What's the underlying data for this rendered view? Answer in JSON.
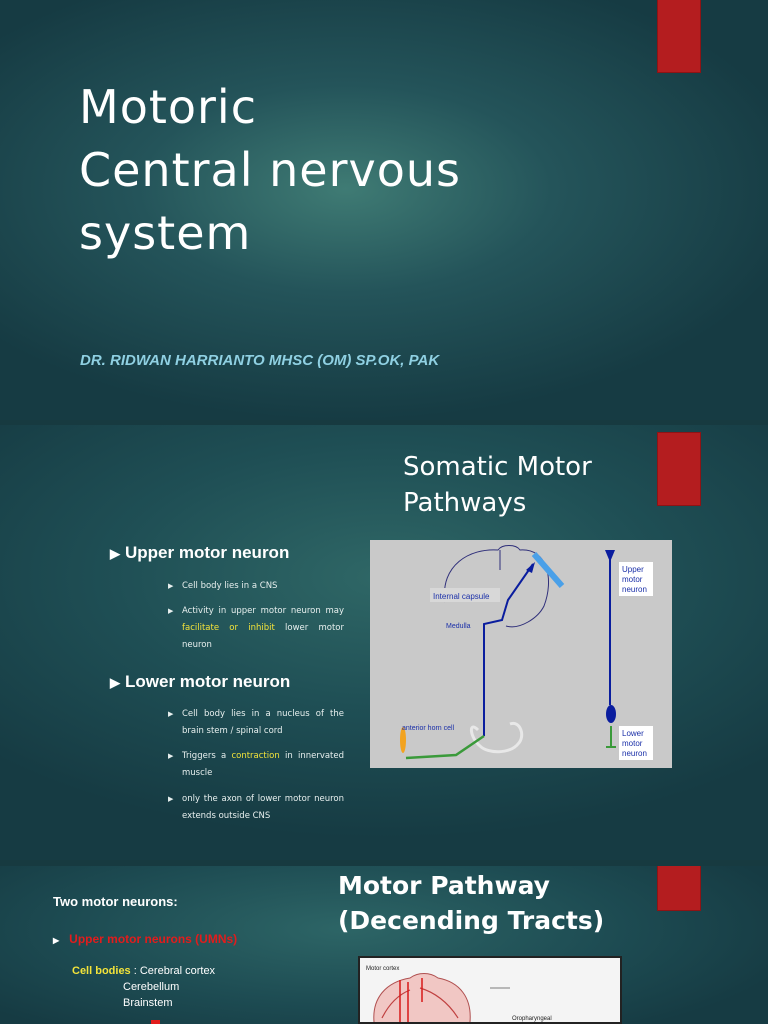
{
  "slide1": {
    "title_lines": [
      "Motoric",
      "Central nervous",
      "system"
    ],
    "author": "DR. RIDWAN HARRIANTO MHSC (OM) SP.OK, PAK"
  },
  "slide2": {
    "title_lines": [
      "Somatic Motor",
      "Pathways"
    ],
    "upper": {
      "heading": "Upper motor neuron",
      "b1": "Cell body lies in a CNS",
      "b2a": "Activity in upper motor neuron may",
      "b2_facilitate": "facilitate",
      "b2_or": "or",
      "b2_inhibit": "inhibit",
      "b2b": "lower motor neuron"
    },
    "lower": {
      "heading": "Lower motor neuron",
      "b1": "Cell body lies in a nucleus of the brain stem  / spinal cord",
      "b2a": "Triggers a",
      "b2_contraction": "contraction",
      "b2b": "in innervated muscle",
      "b3": "only the axon of lower motor neuron extends outside CNS"
    },
    "diagram": {
      "internal_capsule": "Internal capsule",
      "medulla": "Medulla",
      "anterior_horn": "anterior horn cell",
      "upper_label": [
        "Upper",
        "motor",
        "neuron"
      ],
      "lower_label": [
        "Lower",
        "motor",
        "neuron"
      ]
    }
  },
  "slide3": {
    "title_lines": [
      "Motor Pathway",
      "(Decending Tracts)"
    ],
    "two_motor": "Two motor neurons:",
    "umn": "Upper motor neurons (UMNs)",
    "cell_bodies": "Cell bodies",
    "cell_items": [
      ": Cerebral cortex",
      "Cerebellum",
      "Brainstem"
    ],
    "fig_motor_cortex": "Motor cortex",
    "fig_oro": "Oropharyngeal"
  },
  "colors": {
    "accent_red": "#b41d1f",
    "highlight_yellow": "#f3e33a",
    "author_blue": "#8fd0e2",
    "tract_blue": "#0a1d9e",
    "lower_green": "#3a9a3a"
  }
}
